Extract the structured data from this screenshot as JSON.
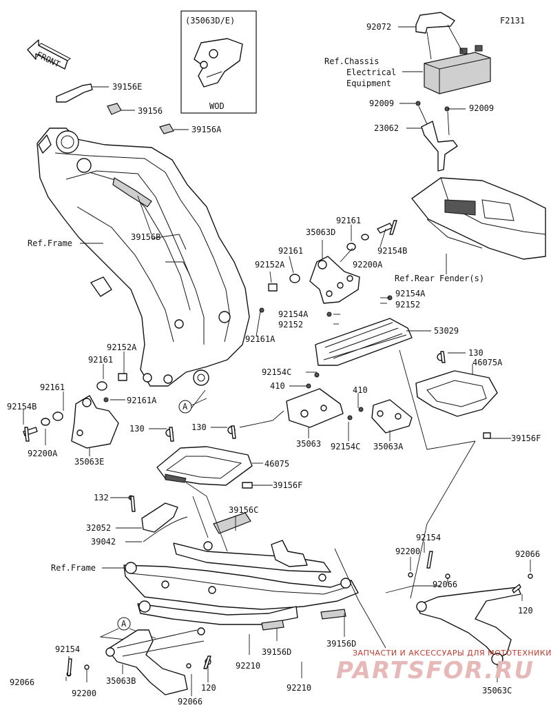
{
  "figure_code": "F2131",
  "front_label": "FRONT",
  "inset": {
    "title": "(35063D/E)",
    "note": "WOD"
  },
  "refs": {
    "chassis_line1": "Ref.Chassis",
    "chassis_line2": "Electrical",
    "chassis_line3": "Equipment",
    "frame_upper": "Ref.Frame",
    "frame_lower": "Ref.Frame",
    "rear_fender": "Ref.Rear Fender(s)"
  },
  "callout_a": "A",
  "parts": {
    "p39156E": "39156E",
    "p39156": "39156",
    "p39156A": "39156A",
    "p39156B": "39156B",
    "p92072": "92072",
    "p92009_left": "92009",
    "p92009_right": "92009",
    "p23062": "23062",
    "p92161_top": "92161",
    "p35063D": "35063D",
    "p92154B_right": "92154B",
    "p92161_mid": "92161",
    "p92200A_right": "92200A",
    "p92152A_mid": "92152A",
    "p92161A_mid": "92161A",
    "p92154A_top": "92154A",
    "p92152_top": "92152",
    "p92154A_mid": "92154A",
    "p92152_mid": "92152",
    "p53029": "53029",
    "p92152A_left": "92152A",
    "p92161_left1": "92161",
    "p92161_left2": "92161",
    "p92154B_left": "92154B",
    "p92161A_left": "92161A",
    "p92200A_left": "92200A",
    "p35063E": "35063E",
    "p92154C_top": "92154C",
    "p410_left": "410",
    "p410_right": "410",
    "p130_right": "130",
    "p46075A": "46075A",
    "p130_l1": "130",
    "p130_l2": "130",
    "p35063": "35063",
    "p92154C_mid": "92154C",
    "p35063A": "35063A",
    "p39156F_right": "39156F",
    "p46075": "46075",
    "p39156F_mid": "39156F",
    "p132": "132",
    "p32052": "32052",
    "p39042": "39042",
    "p39156C": "39156C",
    "p92154_right": "92154",
    "p92200_right": "92200",
    "p92066_right1": "92066",
    "p92066_right2": "92066",
    "p120_right": "120",
    "p39156D_mid": "39156D",
    "p39156D_right": "39156D",
    "p92210_mid": "92210",
    "p92210_bot": "92210",
    "p92154_left": "92154",
    "p35063B": "35063B",
    "p92066_left": "92066",
    "p92200_left": "92200",
    "p120_left": "120",
    "p92066_bot": "92066",
    "p35063C": "35063C"
  },
  "watermark": {
    "line1": "ЗАПЧАСТИ И АКСЕССУАРЫ ДЛЯ МОТОТЕХНИКИ",
    "line2": "PARTSFOR.RU"
  }
}
